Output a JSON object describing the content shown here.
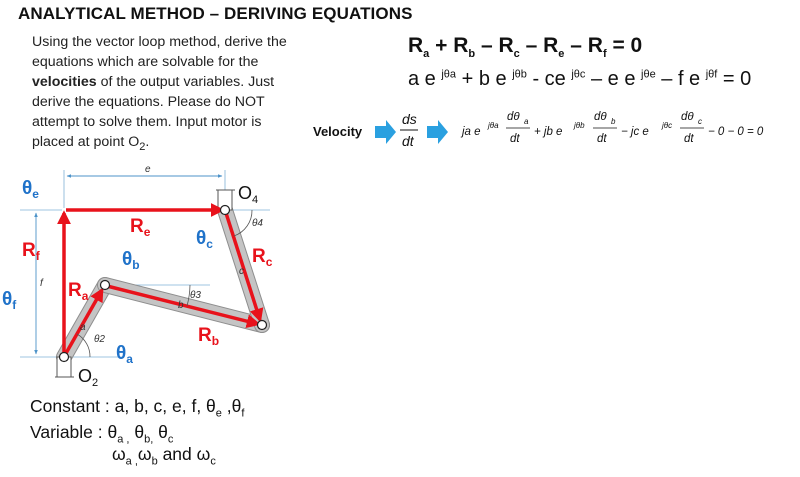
{
  "title": "ANALYTICAL METHOD – DERIVING EQUATIONS",
  "instructions": {
    "part1": "Using the vector loop method, derive the equations which are solvable for the ",
    "bold": "velocities",
    "part2": " of the output variables. Just derive the equations. Please do NOT attempt to solve them. Input motor is placed at point O",
    "sub": "2",
    "end": "."
  },
  "loop_eq": {
    "text": "Rₐ + Rᵦ – Rᶜ – Rₑ – Rᶠ = 0",
    "parts": [
      "R",
      "a",
      " + R",
      "b",
      " – R",
      "c",
      " – R",
      "e",
      " – R",
      "f",
      " = 0"
    ]
  },
  "complex_eq": {
    "parts": [
      "a e ",
      "jθa",
      " + b e ",
      "jθb",
      " - ce ",
      "jθc",
      " – e e ",
      "jθe",
      " – f e ",
      "jθf",
      " = 0"
    ]
  },
  "velocity": {
    "label": "Velocity",
    "ds": "ds",
    "dt": "dt",
    "terms": [
      "ja e",
      "jθa",
      "dθ",
      "a",
      "dt",
      "+ jb e",
      "jθb",
      "dθ",
      "b",
      "dt",
      "− jc e",
      "jθc",
      "dθ",
      "c",
      "dt",
      "− 0 − 0 = 0"
    ]
  },
  "diagram": {
    "lbl_e": "e",
    "lbl_f": "f",
    "lbl_theta_e": "θ",
    "sub_e": "e",
    "lbl_theta_f": "θ",
    "sub_f": "f",
    "lbl_O4": "O",
    "sub_4": "4",
    "lbl_O2": "O",
    "sub_2": "2",
    "lbl_Re": "R",
    "sub_Re": "e",
    "lbl_Rf": "R",
    "sub_Rf": "f",
    "lbl_Ra": "R",
    "sub_Ra": "a",
    "lbl_Rb": "R",
    "sub_Rb": "b",
    "lbl_Rc": "R",
    "sub_Rc": "c",
    "lbl_theta_b": "θ",
    "sub_theta_b": "b",
    "lbl_theta_c": "θ",
    "sub_theta_c": "c",
    "lbl_theta_a": "θ",
    "sub_theta_a": "a",
    "lbl_small_th4": "θ4",
    "lbl_small_th3": "θ3",
    "lbl_small_th2": "θ2",
    "lbl_small_a": "a",
    "lbl_small_b": "b",
    "lbl_small_c": "c"
  },
  "constants": {
    "label": "Constant : a, b, c, e, f, θ",
    "sub1": "e",
    "mid": " ,θ",
    "sub2": "f"
  },
  "variables": {
    "label": "Variable : θ",
    "sub_a": "a ,",
    "mid1": " θ",
    "sub_b": "b,",
    "mid2": " θ",
    "sub_c": "c"
  },
  "omegas": {
    "w1": "ω",
    "s1": "a ,",
    "w2": "ω",
    "s2": "b",
    "and": " and ",
    "w3": "ω",
    "s3": "c"
  },
  "colors": {
    "vector_red": "#e8121b",
    "label_blue": "#1f72c9",
    "arrow_blue": "#2aa0e0",
    "link_gray": "#c4c4c4"
  }
}
